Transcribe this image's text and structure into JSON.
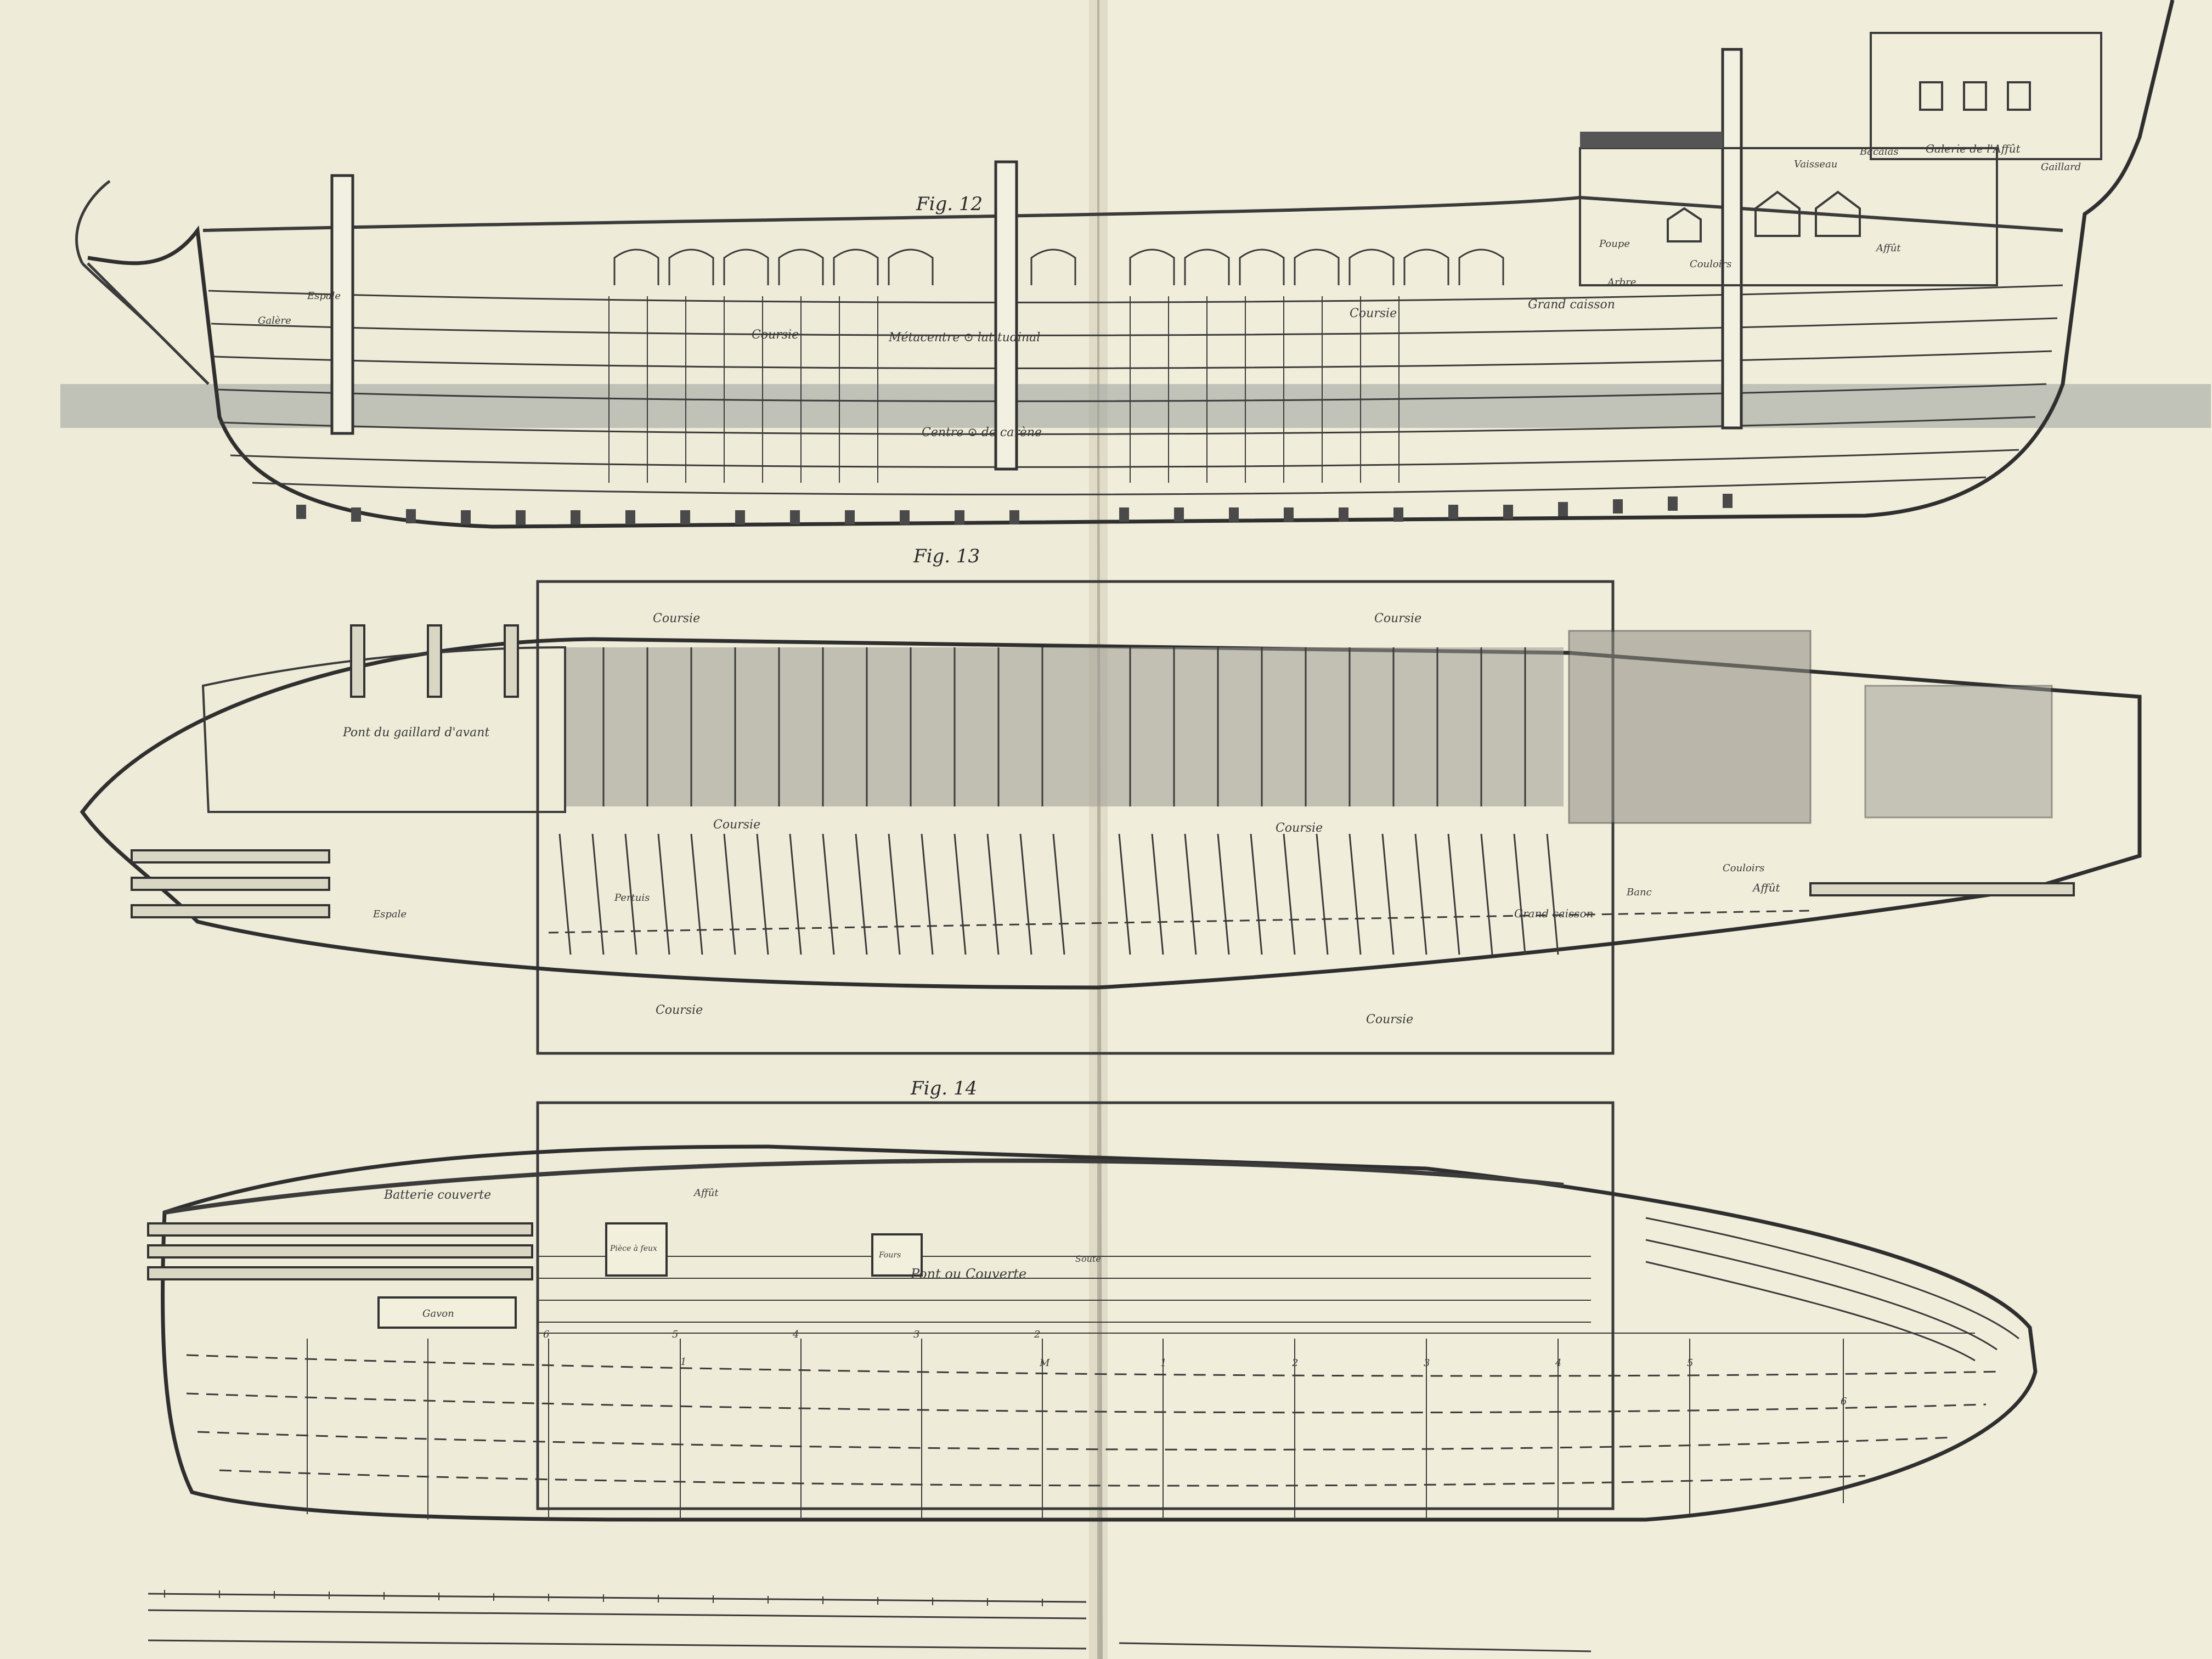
{
  "colors": {
    "background": "#4f5659",
    "paper_left": "#eeebd8",
    "paper_right": "#f0edda",
    "ink": "#3b3b3b",
    "water": "#9aa09c"
  },
  "figures": {
    "fig12": {
      "title": "Fig. 12",
      "labels": {
        "coursie_1": "Coursie",
        "coursie_2": "Coursie",
        "metacentre": "Métacentre ⊙ latitudinal",
        "centre": "Centre ⊙ de carène",
        "grand_caisson": "Grand caisson",
        "espale": "Espale",
        "couloirs": "Couloirs",
        "galere": "Galère",
        "gaillard": "Gaillard",
        "galerie": "Galerie de l'Affût",
        "bacalas": "Bacalas",
        "vaisseau": "Vaisseau",
        "poupe": "Poupe",
        "arbre": "Arbre",
        "affut": "Affût"
      }
    },
    "fig13": {
      "title": "Fig. 13",
      "labels": {
        "coursie_1": "Coursie",
        "coursie_2": "Coursie",
        "coursie_3": "Coursie",
        "coursie_4": "Coursie",
        "coursie_5": "Coursie",
        "coursie_6": "Coursie",
        "pont": "Pont du gaillard d'avant",
        "affut": "Affût",
        "couloirs": "Couloirs",
        "pertuis": "Pertuis",
        "grand_caisson": "Grand caisson",
        "banc": "Banc",
        "espale": "Espale"
      }
    },
    "fig14": {
      "title": "Fig. 14",
      "labels": {
        "batterie": "Batterie couverte",
        "pont": "Pont ou Couverte",
        "affut": "Affût",
        "gavon": "Gavon",
        "sign1": "Pièce à feux",
        "sign2": "Fours",
        "sign3": "Soute"
      }
    }
  },
  "stations": {
    "left": [
      "6",
      "5",
      "4",
      "3",
      "2",
      "1",
      "M"
    ],
    "right": [
      "1",
      "2",
      "3",
      "4",
      "5",
      "6"
    ]
  }
}
